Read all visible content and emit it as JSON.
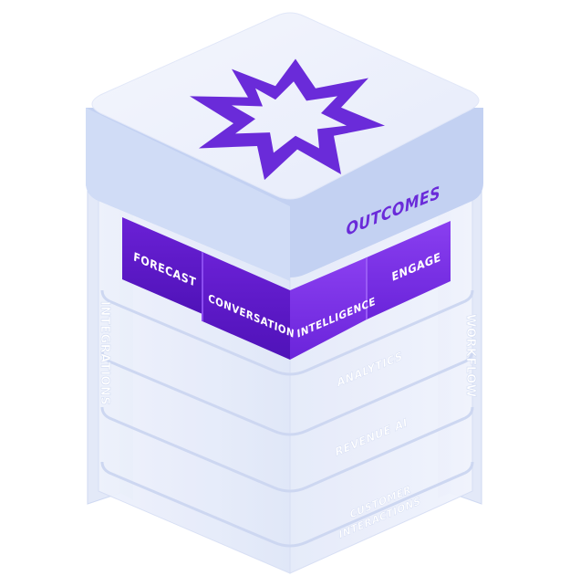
{
  "top_block": {
    "label": "OUTCOMES",
    "logo_icon": "star-burst-logo-icon"
  },
  "purple_modules": [
    {
      "label": "FORECAST"
    },
    {
      "label": "CONVERSATION"
    },
    {
      "label": "INTELLIGENCE"
    },
    {
      "label": "ENGAGE"
    }
  ],
  "layers": [
    {
      "label": "ANALYTICS"
    },
    {
      "label": "REVENUE AI"
    },
    {
      "label": "CUSTOMER"
    },
    {
      "label": "INTERACTIONS"
    }
  ],
  "side_pillars": {
    "left": "INTEGRATIONS",
    "right": "WORKFLOW"
  },
  "colors": {
    "top_face": "#eef1fb",
    "top_side": "#c4d2f3",
    "purple": "#7a2fe0",
    "purple_dark": "#5a17c2",
    "label_purple": "#6a2bd9",
    "glass": "#e8edfa"
  }
}
